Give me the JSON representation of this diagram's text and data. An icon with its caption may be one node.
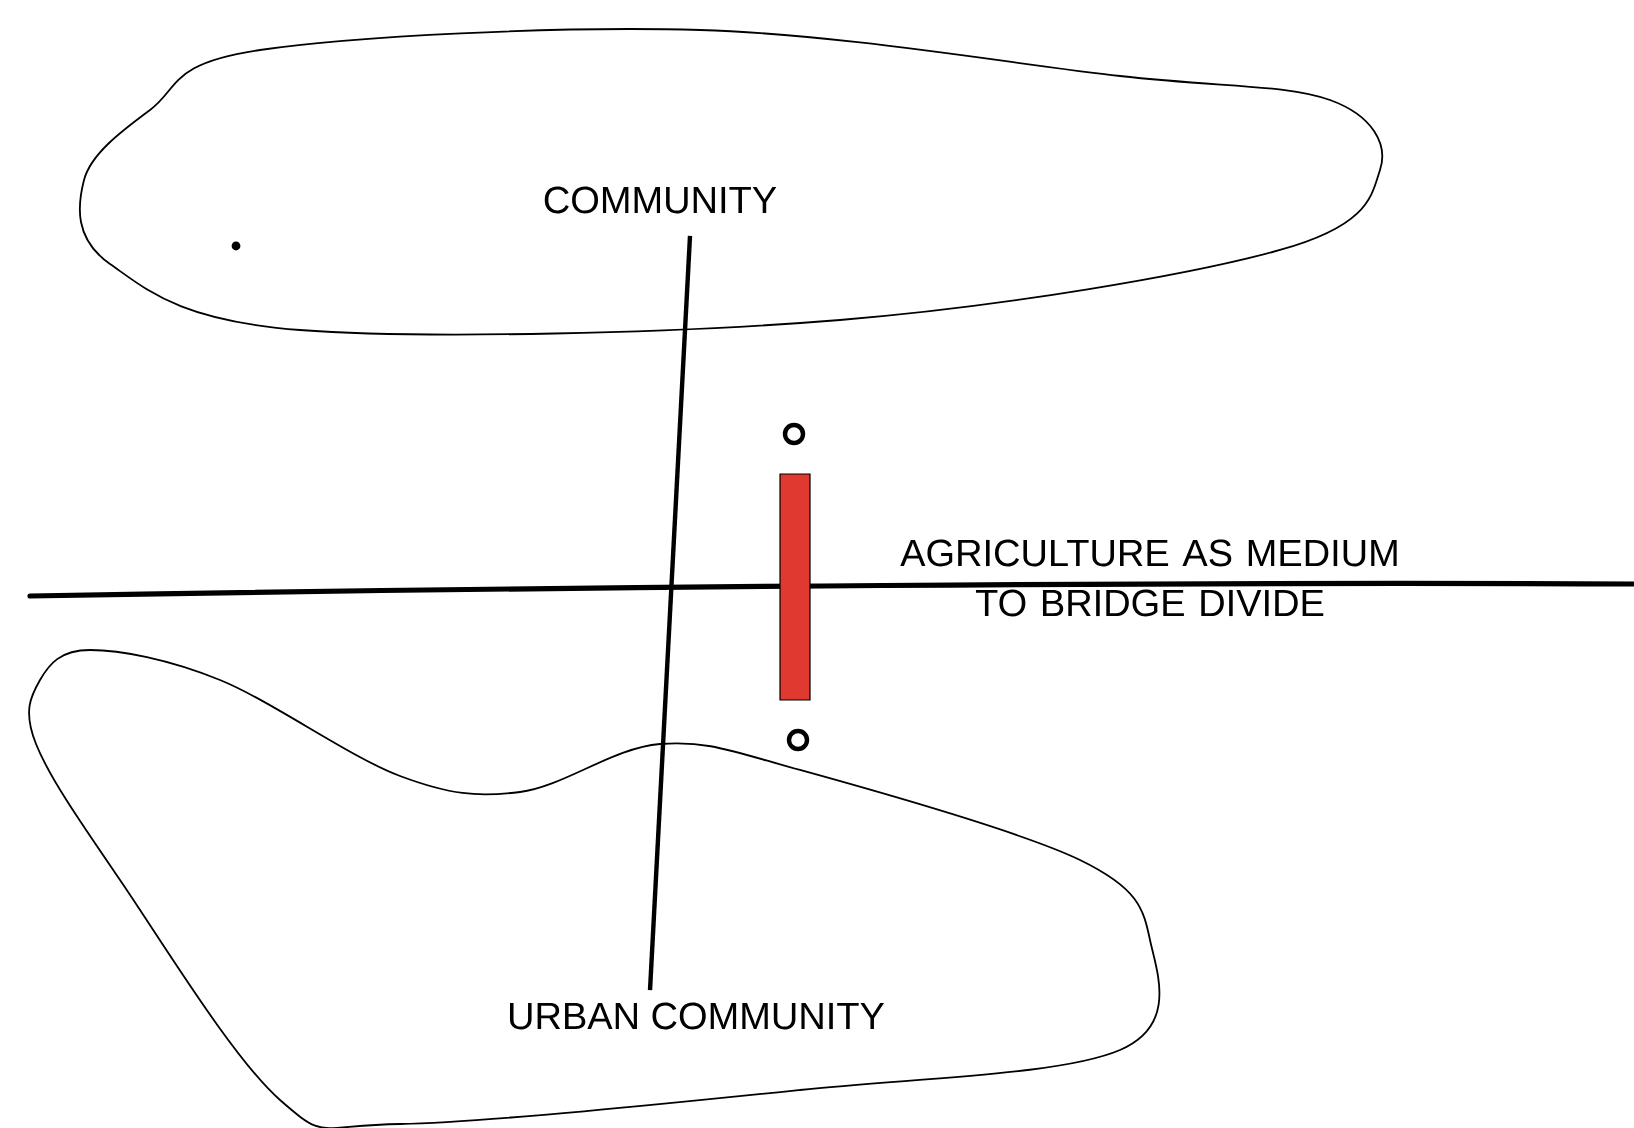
{
  "diagram": {
    "nodes": [
      {
        "text": [
          "COMMUNITY"
        ]
      },
      {
        "text": [
          "URBAN COMMUNITY"
        ]
      }
    ],
    "edges": [
      {
        "from": 0,
        "to": 1,
        "arrow": "none"
      }
    ],
    "labels": [
      "AGRICULTURE AS MEDIUM TO BRIDGE DIVIDE"
    ]
  }
}
